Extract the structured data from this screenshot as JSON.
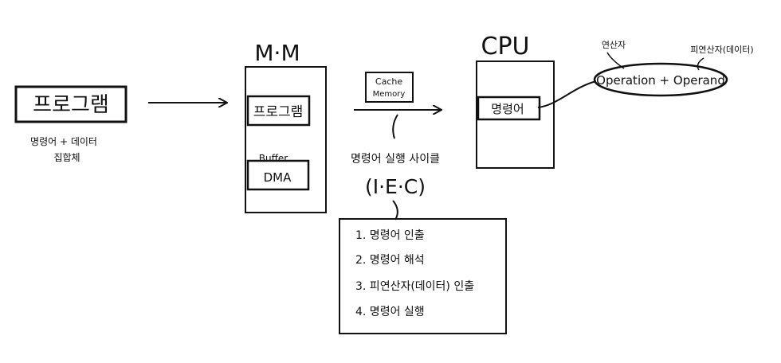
{
  "program_box": {
    "label": "프로그램",
    "caption_line1": "명령어 + 데이터",
    "caption_line2": "집합체"
  },
  "main_memory": {
    "title": "M·M",
    "program_label": "프로그램",
    "buffer_label": "Buffer",
    "dma_label": "DMA"
  },
  "cache": {
    "line1": "Cache",
    "line2": "Memory"
  },
  "cycle": {
    "title": "명령어 실행 사이클",
    "abbr": "(I·E·C)"
  },
  "cpu": {
    "title": "CPU",
    "instruction_label": "명령어"
  },
  "operation": {
    "text": "Operation + Operand",
    "opcode_note": "연산자",
    "operand_note": "피연산자(데이터)"
  },
  "steps": [
    "1. 명령어 인출",
    "2. 명령어 해석",
    "3. 피연산자(데이터) 인출",
    "4. 명령어 실행"
  ]
}
